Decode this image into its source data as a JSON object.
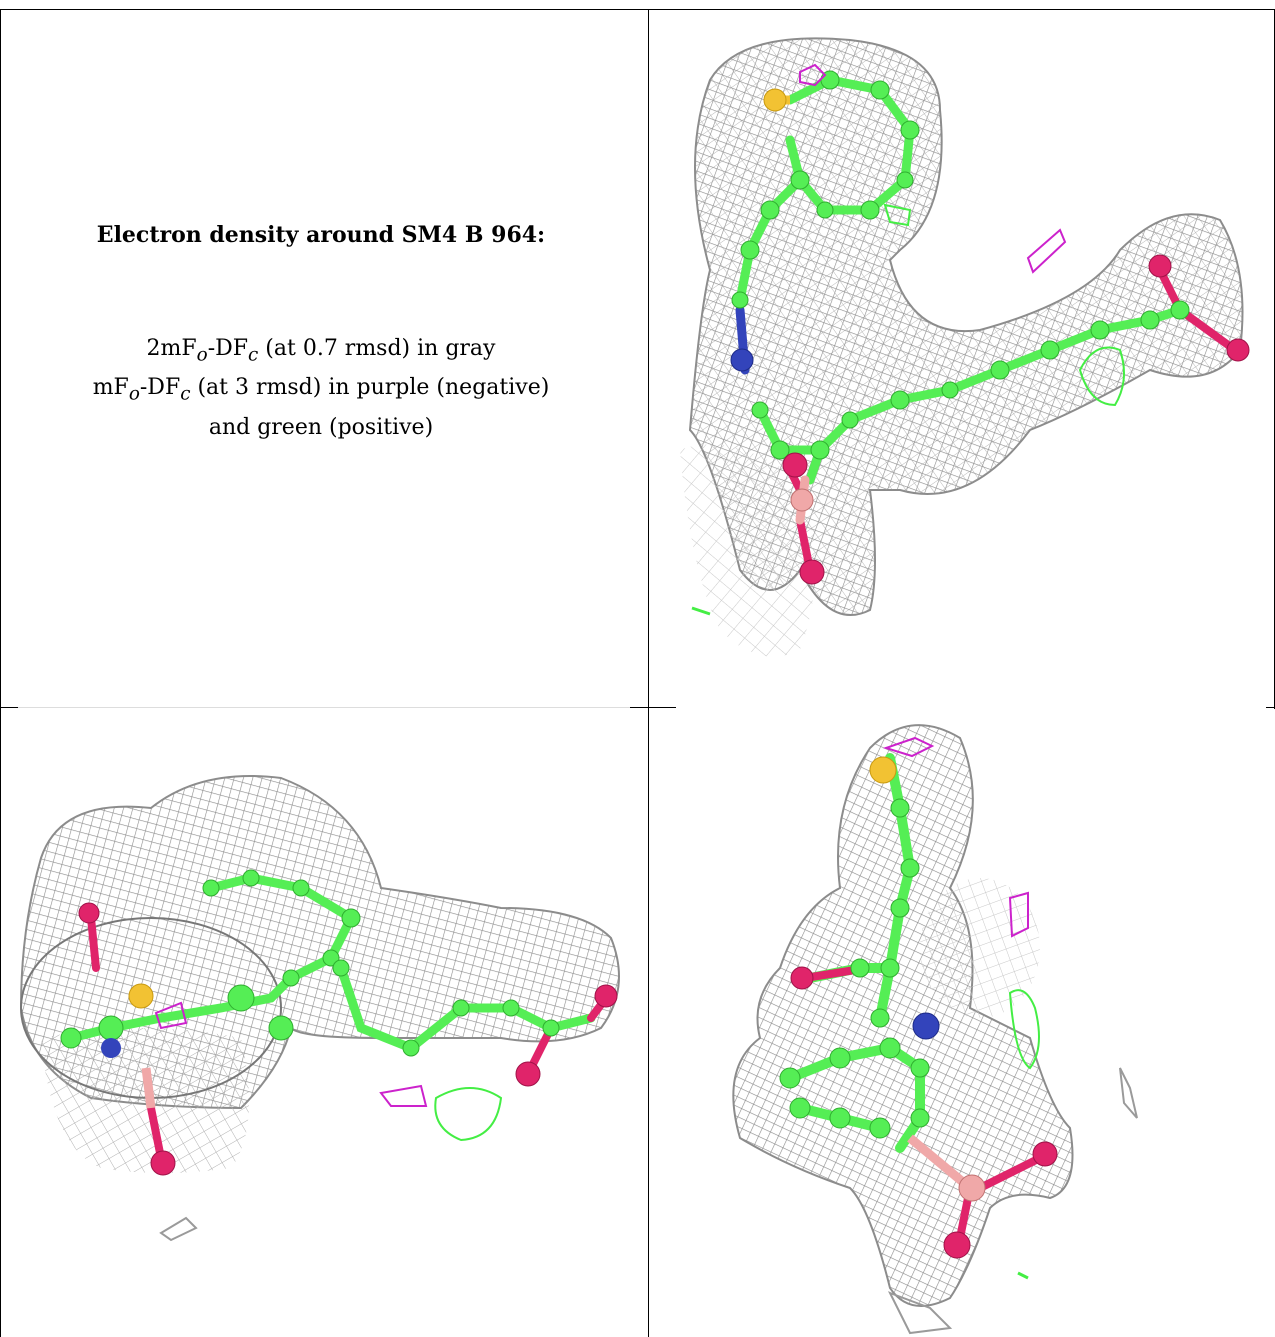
{
  "caption": {
    "title": "Electron density around SM4 B 964:",
    "line1": "2mF",
    "line1_sub1": "o",
    "line1_mid": "-DF",
    "line1_sub2": "c",
    "line1_tail": " (at 0.7 rmsd) in gray",
    "line2": "mF",
    "line2_sub1": "o",
    "line2_mid": "-DF",
    "line2_sub2": "c",
    "line2_tail": " (at 3 rmsd) in purple (negative)",
    "line3": "and green (positive)"
  },
  "colors": {
    "mesh_gray": "#8c8c8c",
    "negative_purple": "#cc22cc",
    "positive_green": "#44ee44",
    "carbon": "#55ee55",
    "nitrogen": "#3344bb",
    "oxygen": "#e0246a",
    "sulfur": "#f2c233",
    "boron": "#f0a8a8"
  },
  "panels": [
    {
      "icon": "density-view-front-icon"
    },
    {
      "icon": "density-view-side-icon"
    },
    {
      "icon": "density-view-top-icon"
    }
  ]
}
